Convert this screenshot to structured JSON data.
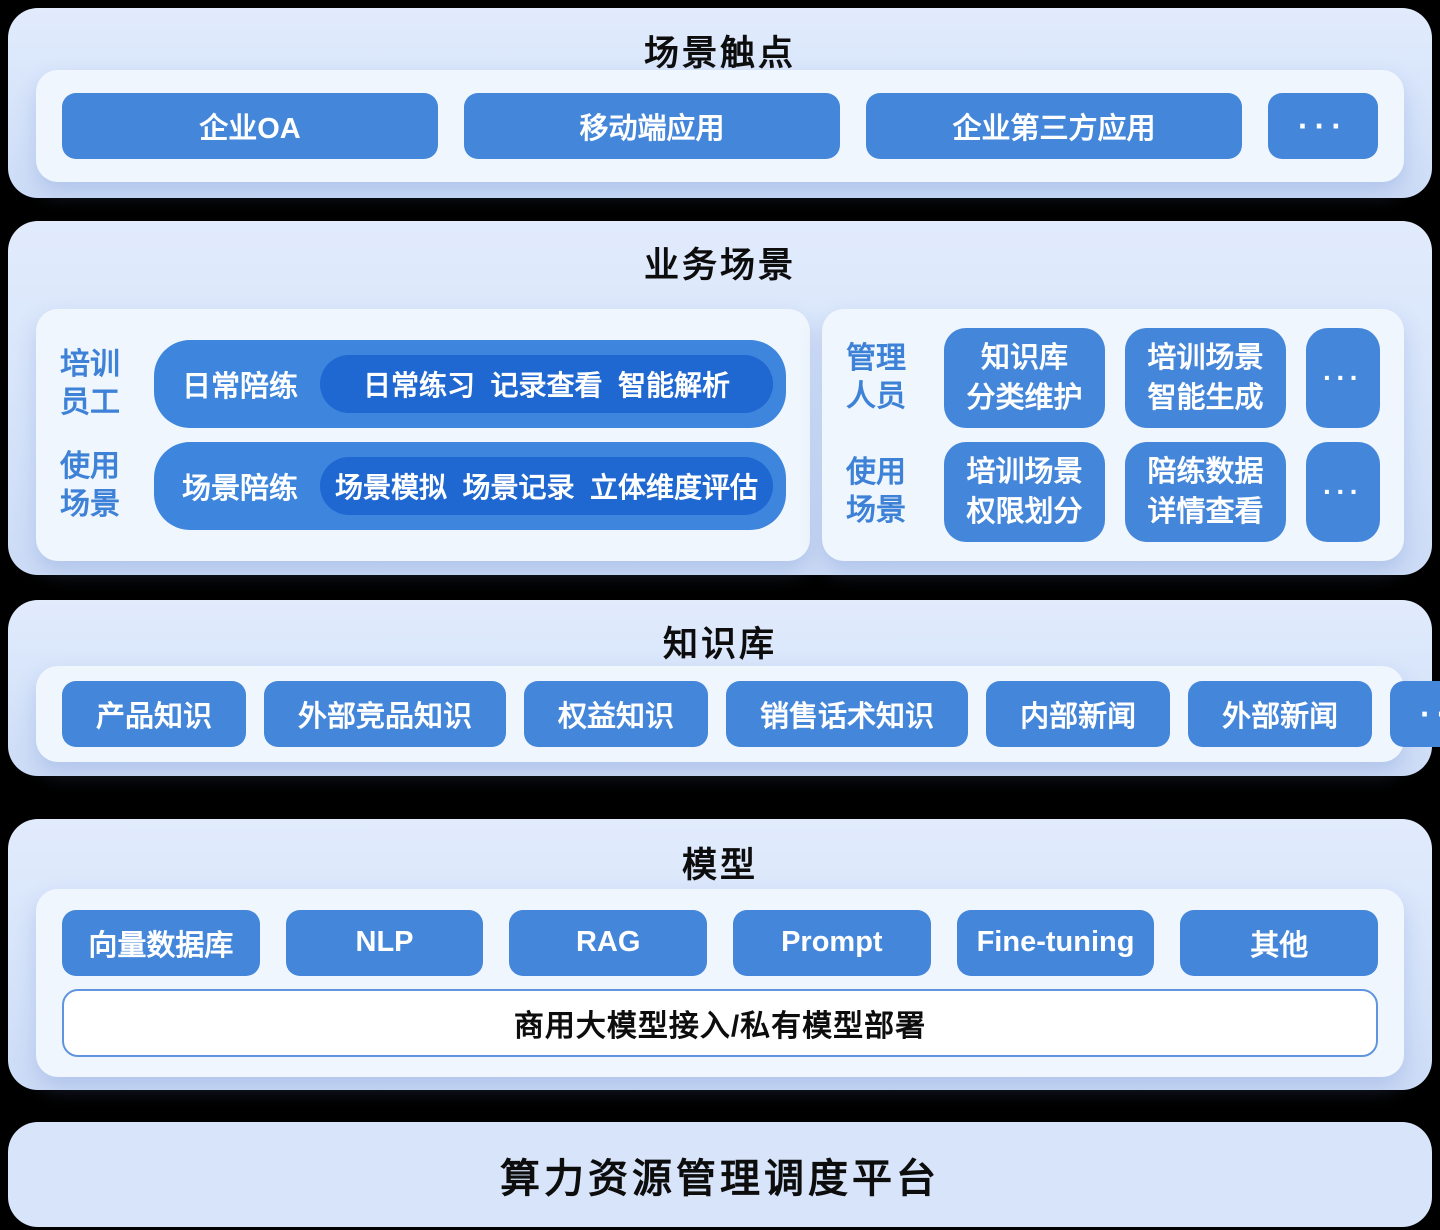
{
  "layers": {
    "touchpoints": {
      "title": "场景触点",
      "buttons": [
        "企业OA",
        "移动端应用",
        "企业第三方应用"
      ],
      "more_label": "···"
    },
    "business": {
      "title": "业务场景",
      "employee": {
        "row1_label": "培训\n员工",
        "row2_label": "使用\n场景",
        "rows": [
          {
            "pill_label": "日常陪练",
            "detail": "日常练习  记录查看  智能解析"
          },
          {
            "pill_label": "场景陪练",
            "detail": "场景模拟  场景记录  立体维度评估"
          }
        ]
      },
      "manager": {
        "row1_label": "管理\n人员",
        "row2_label": "使用\n场景",
        "rows": [
          {
            "buttons": [
              "知识库\n分类维护",
              "培训场景\n智能生成"
            ],
            "more_label": "···"
          },
          {
            "buttons": [
              "培训场景\n权限划分",
              "陪练数据\n详情查看"
            ],
            "more_label": "···"
          }
        ]
      }
    },
    "knowledge": {
      "title": "知识库",
      "buttons": [
        "产品知识",
        "外部竞品知识",
        "权益知识",
        "销售话术知识",
        "内部新闻",
        "外部新闻"
      ],
      "more_label": "···"
    },
    "model": {
      "title": "模型",
      "buttons": [
        "向量数据库",
        "NLP",
        "RAG",
        "Prompt",
        "Fine-tuning",
        "其他"
      ],
      "bar_label": "商用大模型接入/私有模型部署"
    },
    "compute": {
      "title": "算力资源管理调度平台"
    }
  },
  "colors": {
    "chip_blue": "#4486da",
    "pill_blue": "#3d85dd",
    "pill_dark_blue": "#1f67d1",
    "label_blue": "#3e82d8",
    "layer_bg": "#d8e5fa",
    "layer_base_strip": "#8192dd",
    "panel_bg": "#f0f6fd",
    "bar_border": "#6094de",
    "title_color": "#0d0d0d"
  }
}
